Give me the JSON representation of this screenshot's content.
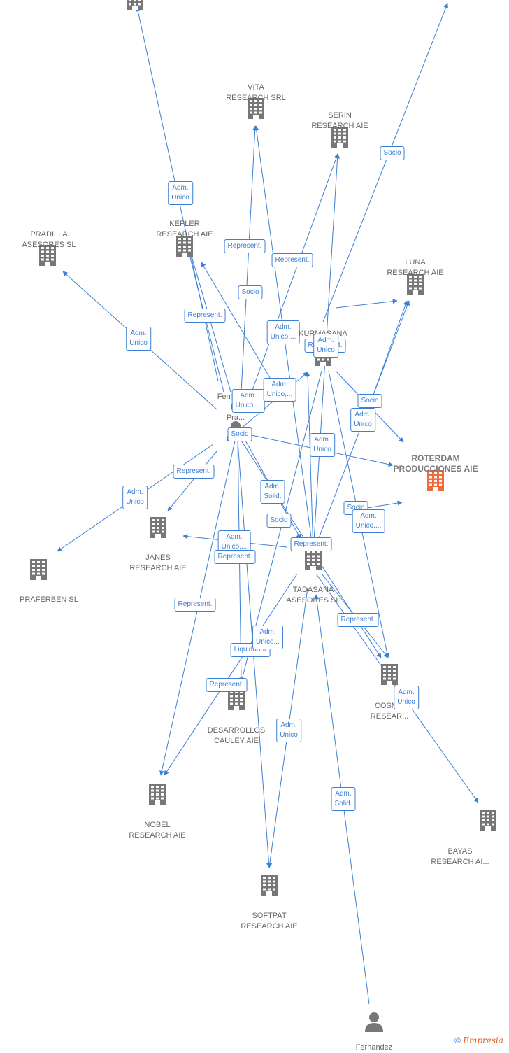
{
  "colors": {
    "edge": "#3b7fd4",
    "building": "#777777",
    "highlight": "#f26a3a",
    "label": "#666666"
  },
  "nodes": [
    {
      "id": "top",
      "label": "",
      "type": "building"
    },
    {
      "id": "vita",
      "label": "VITA\nRESEARCH SRL",
      "type": "building"
    },
    {
      "id": "serin",
      "label": "SERIN\nRESEARCH AIE",
      "type": "building"
    },
    {
      "id": "pradilla",
      "label": "PRADILLA\nASESORES SL",
      "type": "building"
    },
    {
      "id": "kepler",
      "label": "KEPLER\nRESEARCH AIE",
      "type": "building"
    },
    {
      "id": "luna",
      "label": "LUNA\nRESEARCH AIE",
      "type": "building"
    },
    {
      "id": "kurmasana",
      "label": "KURMASANA\nSL",
      "type": "building"
    },
    {
      "id": "fernandez1",
      "label": "Fernandez\nDe\nPra...",
      "type": "person"
    },
    {
      "id": "roterdam",
      "label": "ROTERDAM\nPRODUCCIONES AIE",
      "type": "building",
      "highlight": true
    },
    {
      "id": "janes",
      "label": "JANES\nRESEARCH AIE",
      "type": "building"
    },
    {
      "id": "praferben",
      "label": "PRAFERBEN SL",
      "type": "building"
    },
    {
      "id": "tadasana",
      "label": "TADASANA\nASESORES  SL",
      "type": "building"
    },
    {
      "id": "cosmo",
      "label": "COSM...\nRESEAR...",
      "type": "building"
    },
    {
      "id": "desarrollos",
      "label": "DESARROLLOS\nCAULEY AIE",
      "type": "building"
    },
    {
      "id": "nobel",
      "label": "NOBEL\nRESEARCH AIE",
      "type": "building"
    },
    {
      "id": "bayas",
      "label": "BAYAS\nRESEARCH AI...",
      "type": "building"
    },
    {
      "id": "softpat",
      "label": "SOFTPAT\nRESEARCH AIE",
      "type": "building"
    },
    {
      "id": "fernandez2",
      "label": "Fernandez",
      "type": "person"
    }
  ],
  "edge_labels": [
    "Adm.\nUnico",
    "Socio",
    "Represent.",
    "Represent.",
    "Adm.\nUnico",
    "Socio",
    "Represent.",
    "Adm.\nUnico,...",
    "Represent.",
    "Adm.\nUnico",
    "Adm.\nUnico,...",
    "Adm.\nUnico,...",
    "Socio",
    "Socio",
    "Adm.\nUnico",
    "Represent.",
    "Represent.",
    "Adm.\nUnico",
    "Adm.\nSolid.",
    "Socio",
    "Socio",
    "Adm.\nUnico,...",
    "Adm.\nUnico,...",
    "Represent.",
    "Represent.",
    "Represent.",
    "Liquidador",
    "Adm.\nUnico...",
    "Represent.",
    "Adm.\nUnico",
    "Adm.\nUnico",
    "Adm.\nUnico",
    "Adm.\nSolid."
  ],
  "brand": {
    "copyright": "©",
    "name": "Empresia"
  }
}
